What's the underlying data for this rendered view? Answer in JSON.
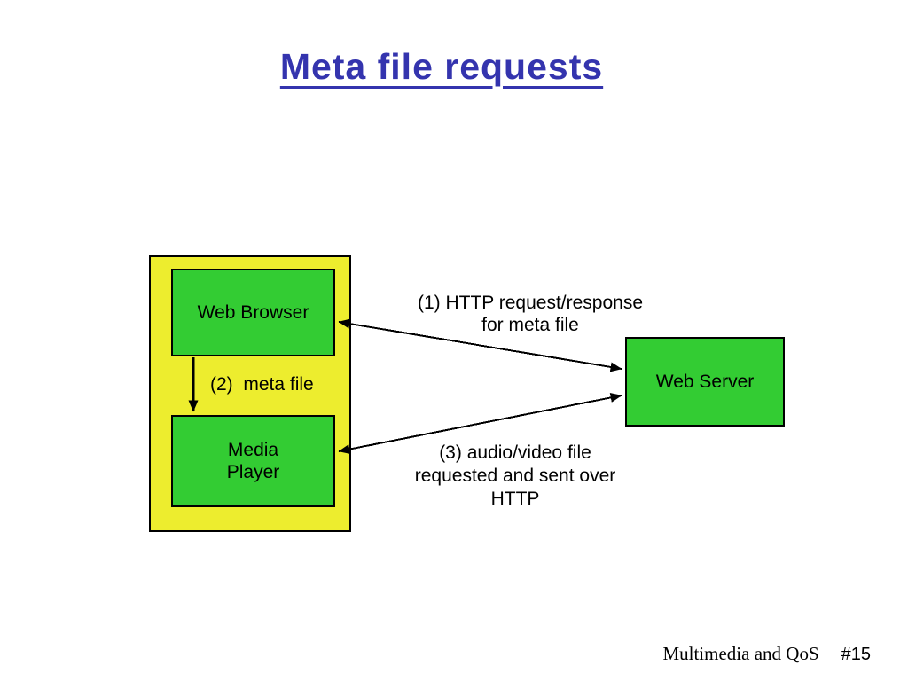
{
  "slide": {
    "title": "Meta file requests",
    "footer": {
      "course": "Multimedia and QoS",
      "page": "#15"
    }
  },
  "colors": {
    "title_blue": "#3434ae",
    "node_green": "#33cc33",
    "container_yellow": "#eded2e",
    "line_black": "#000000"
  },
  "diagram": {
    "nodes": {
      "web_browser": {
        "label": "Web Browser"
      },
      "media_player": {
        "label": "Media\nPlayer"
      },
      "web_server": {
        "label": "Web Server"
      }
    },
    "edges": {
      "http_meta": {
        "label": "(1) HTTP request/response\nfor meta file"
      },
      "meta_file": {
        "label": "(2)  meta file"
      },
      "av_file": {
        "label": "(3) audio/video file\nrequested and sent over\nHTTP"
      }
    }
  }
}
